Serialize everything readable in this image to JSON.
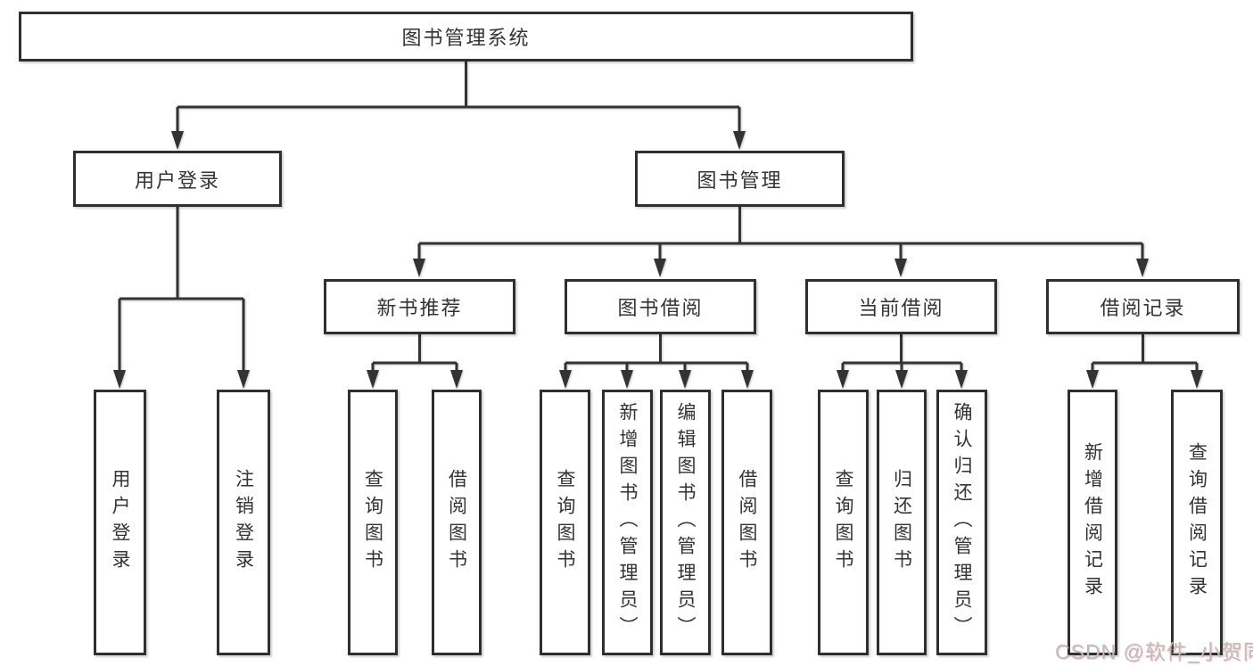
{
  "diagram": {
    "type": "hierarchy-functional-structure",
    "orientation": "top-down"
  },
  "tree": {
    "label": "图书管理系统",
    "children": [
      {
        "label": "用户登录",
        "children": [
          {
            "label": "用户登录"
          },
          {
            "label": "注销登录"
          }
        ]
      },
      {
        "label": "图书管理",
        "children": [
          {
            "label": "新书推荐",
            "children": [
              {
                "label": "查询图书"
              },
              {
                "label": "借阅图书"
              }
            ]
          },
          {
            "label": "图书借阅",
            "children": [
              {
                "label": "查询图书"
              },
              {
                "label": "新增图书（管理员）"
              },
              {
                "label": "编辑图书（管理员）"
              },
              {
                "label": "借阅图书"
              }
            ]
          },
          {
            "label": "当前借阅",
            "children": [
              {
                "label": "查询图书"
              },
              {
                "label": "归还图书"
              },
              {
                "label": "确认归还（管理员）"
              }
            ]
          },
          {
            "label": "借阅记录",
            "children": [
              {
                "label": "新增借阅记录"
              },
              {
                "label": "查询借阅记录"
              }
            ]
          }
        ]
      }
    ]
  },
  "watermark": {
    "text": "CSDN @软件_小贺同学"
  },
  "colors": {
    "background": "#ffffff",
    "box_border": "#2f2f2f",
    "box_fill": "#ffffff",
    "line": "#333333",
    "text": "#333333",
    "watermark_text": "#bdbdbd",
    "watermark_accent": "#f05a5a"
  }
}
